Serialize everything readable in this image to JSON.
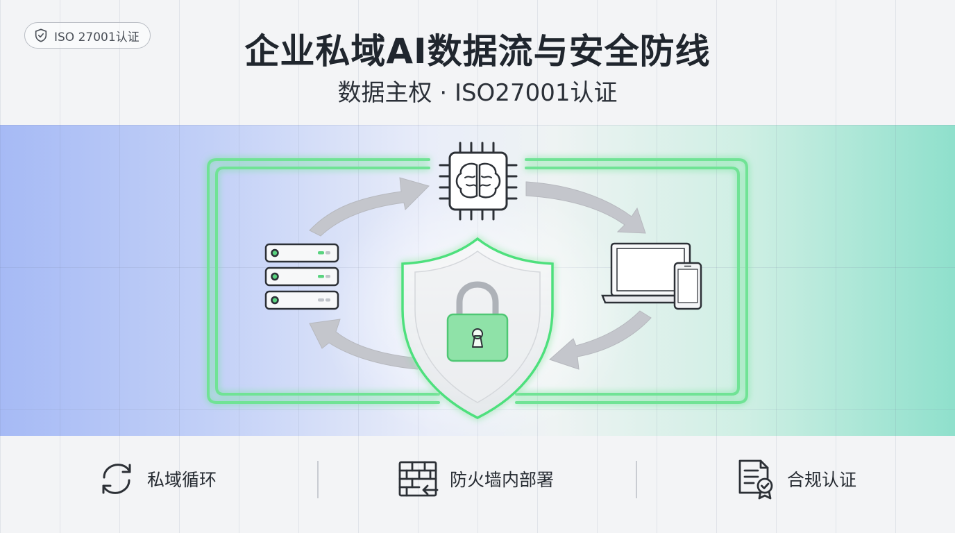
{
  "badge": {
    "icon": "shield-check-icon",
    "label": "ISO 27001认证"
  },
  "header": {
    "title": "企业私域AI数据流与安全防线",
    "subtitle": "数据主权 · ISO27001认证"
  },
  "diagram": {
    "nodes": [
      {
        "id": "ai-chip",
        "icon": "brain-chip-icon"
      },
      {
        "id": "devices",
        "icon": "laptop-phone-icon"
      },
      {
        "id": "servers",
        "icon": "server-stack-icon"
      },
      {
        "id": "security",
        "icon": "shield-lock-icon"
      }
    ],
    "flow": "servers → ai-chip → devices → servers (clockwise loop)",
    "colors": {
      "accent_green": "#5fe08a",
      "shield_green": "#8fe2a8",
      "arrow_gray": "#c4c6cc",
      "icon_stroke": "#2c3036"
    }
  },
  "footer": {
    "items": [
      {
        "icon": "cycle-arrows-icon",
        "label": "私域循环"
      },
      {
        "icon": "firewall-icon",
        "label": "防火墙内部署"
      },
      {
        "icon": "certificate-icon",
        "label": "合规认证"
      }
    ]
  }
}
